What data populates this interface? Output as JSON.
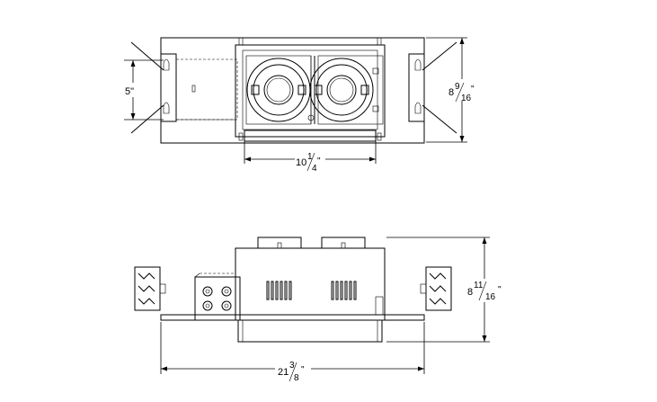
{
  "top_view": {
    "height_dim": {
      "whole": "5\""
    },
    "depth_dim": {
      "whole": "8",
      "num": "9",
      "den": "16",
      "unit": "\""
    },
    "width_dim": {
      "whole": "10",
      "num": "1",
      "den": "4",
      "unit": "\""
    }
  },
  "side_view": {
    "height_dim": {
      "whole": "8",
      "num": "11",
      "den": "16",
      "unit": "\""
    },
    "length_dim": {
      "whole": "21",
      "num": "3",
      "den": "8",
      "unit": "\""
    }
  }
}
